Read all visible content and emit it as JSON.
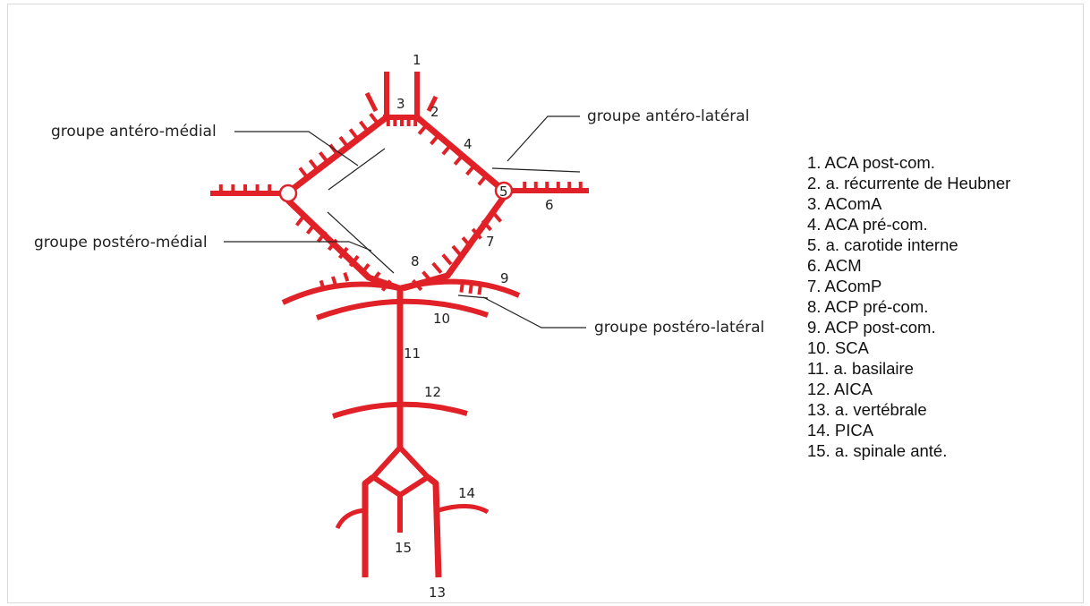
{
  "colors": {
    "artery": "#e02127",
    "text": "#222222",
    "frame": "#d9d9d9"
  },
  "group_labels": {
    "antero_medial": "groupe antéro-médial",
    "antero_lateral": "groupe antéro-latéral",
    "postero_medial": "groupe postéro-médial",
    "postero_lateral": "groupe postéro-latéral"
  },
  "diagram_numbers": {
    "n1": "1",
    "n2": "2",
    "n3": "3",
    "n4": "4",
    "n5": "5",
    "n6": "6",
    "n7": "7",
    "n8": "8",
    "n9": "9",
    "n10": "10",
    "n11": "11",
    "n12": "12",
    "n13": "13",
    "n14": "14",
    "n15": "15"
  },
  "legend": [
    "1. ACA post-com.",
    "2. a. récurrente de Heubner",
    "3. AComA",
    "4. ACA pré-com.",
    "5. a. carotide interne",
    "6. ACM",
    "7. AComP",
    "8. ACP pré-com.",
    "9. ACP post-com.",
    "10. SCA",
    "11. a. basilaire",
    "12. AICA",
    "13. a. vertébrale",
    "14. PICA",
    "15. a. spinale anté."
  ]
}
